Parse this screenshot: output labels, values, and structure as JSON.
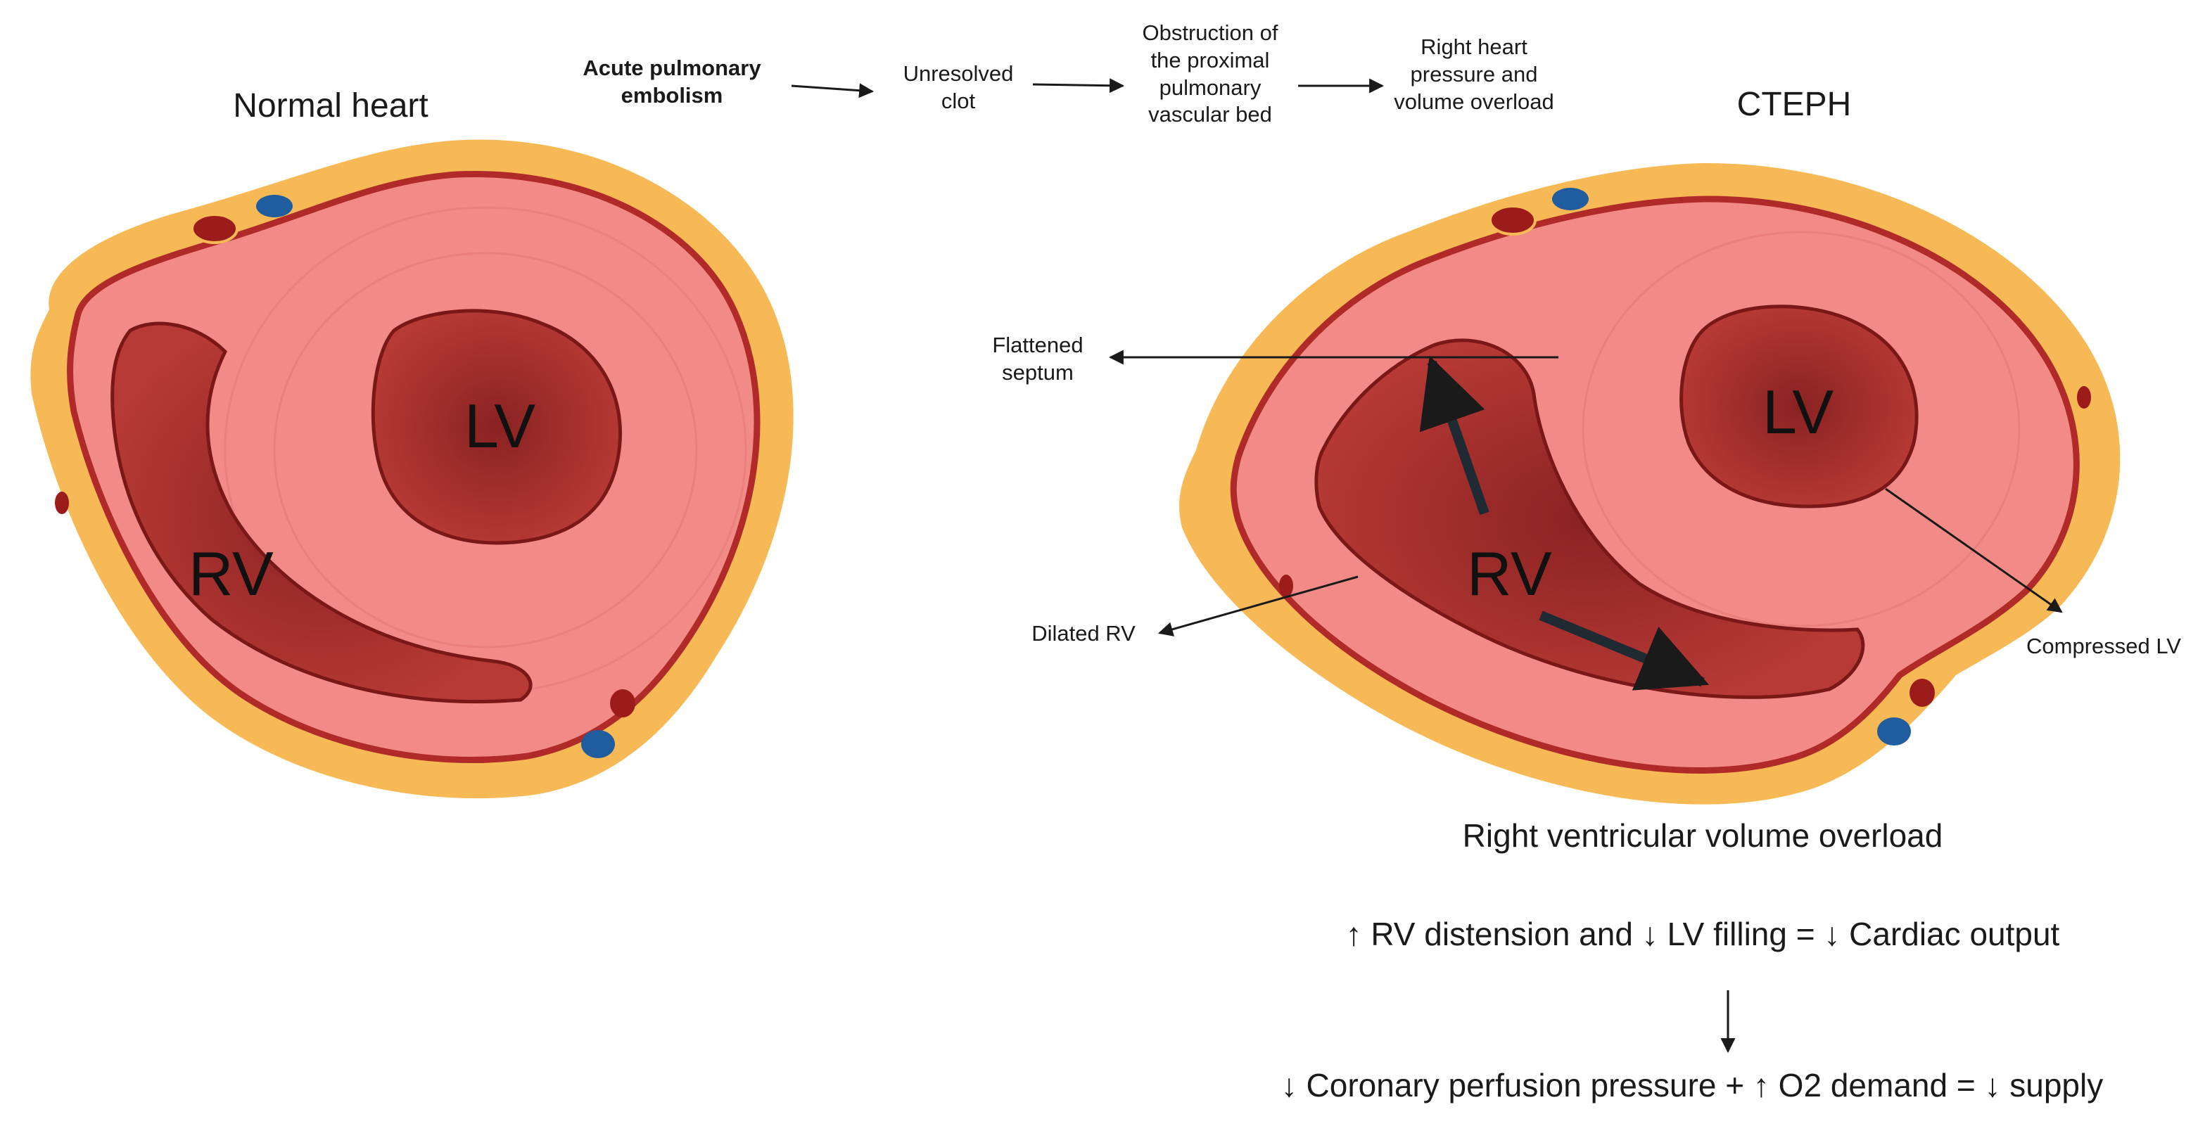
{
  "titles": {
    "normal": "Normal heart",
    "cteph": "CTEPH"
  },
  "flow": {
    "step1": "Acute pulmonary embolism",
    "step2": "Unresolved clot",
    "step3": "Obstruction of the proximal pulmonary vascular bed",
    "step4": "Right heart pressure and volume overload"
  },
  "ventricles": {
    "lv": "LV",
    "rv": "RV"
  },
  "annotations": {
    "flattened_septum": "Flattened septum",
    "dilated_rv": "Dilated RV",
    "compressed_lv": "Compressed LV"
  },
  "consequences": {
    "heading": "Right ventricular volume overload",
    "line1": "↑ RV distension and ↓ LV filling = ↓ Cardiac output",
    "line2": "↓ Coronary perfusion pressure + ↑ O2 demand = ↓ supply"
  },
  "colors": {
    "fat": "#f7b955",
    "myocardium": "#f28a88",
    "epicardium_line": "#b02a2a",
    "cavity": "#a8302e",
    "artery": "#9c1c1c",
    "vein": "#1f5d9e"
  }
}
